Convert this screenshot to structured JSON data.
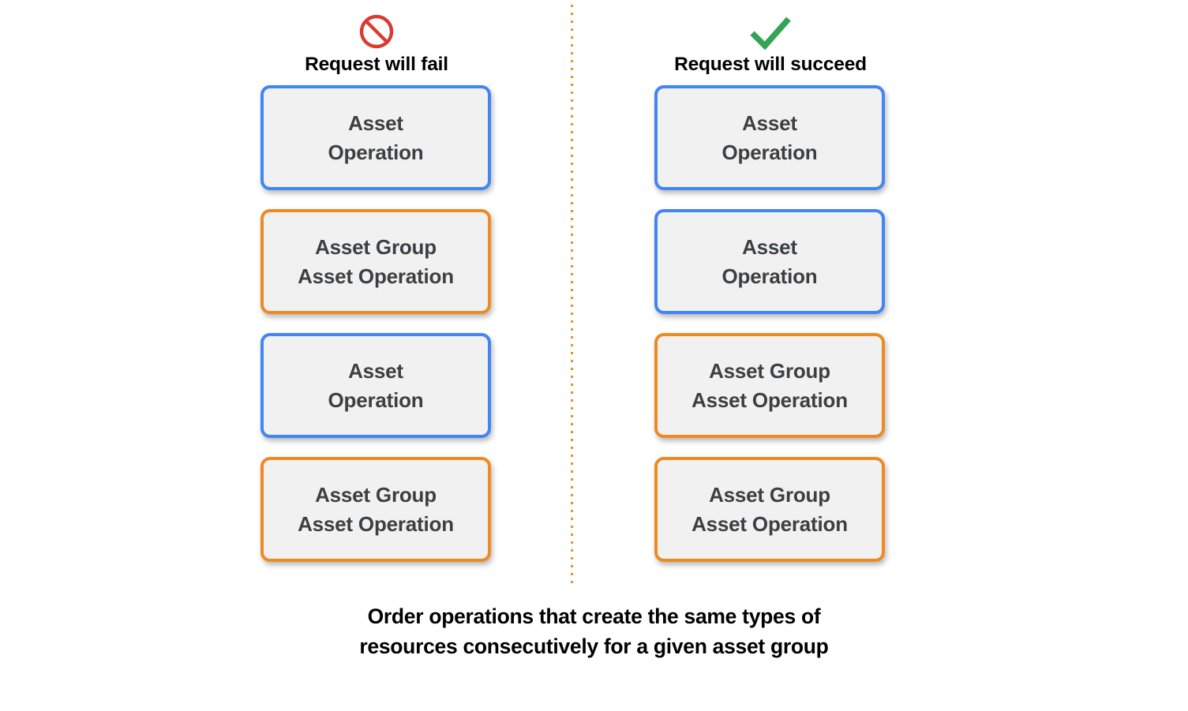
{
  "palette": {
    "background": "#ffffff",
    "card_fill": "#f1f1f1",
    "blue_border": "#4285f4",
    "orange_border": "#ed8b23",
    "divider": "#e8912c",
    "fail_red": "#d93b30",
    "success_green": "#34a353",
    "card_text": "#3c4043",
    "heading_text": "#000000"
  },
  "columns": [
    {
      "id": "fail",
      "icon": "prohibition-icon",
      "icon_color": "#d93b30",
      "title": "Request will fail",
      "cards": [
        {
          "kind": "blue",
          "label": "Asset\nOperation"
        },
        {
          "kind": "orange",
          "label": "Asset Group\nAsset Operation"
        },
        {
          "kind": "blue",
          "label": "Asset\nOperation"
        },
        {
          "kind": "orange",
          "label": "Asset Group\nAsset Operation"
        }
      ]
    },
    {
      "id": "succeed",
      "icon": "check-icon",
      "icon_color": "#34a353",
      "title": "Request will succeed",
      "cards": [
        {
          "kind": "blue",
          "label": "Asset\nOperation"
        },
        {
          "kind": "blue",
          "label": "Asset\nOperation"
        },
        {
          "kind": "orange",
          "label": "Asset Group\nAsset Operation"
        },
        {
          "kind": "orange",
          "label": "Asset Group\nAsset Operation"
        }
      ]
    }
  ],
  "caption": "Order operations that create the same types of\nresources consecutively for a given asset group"
}
